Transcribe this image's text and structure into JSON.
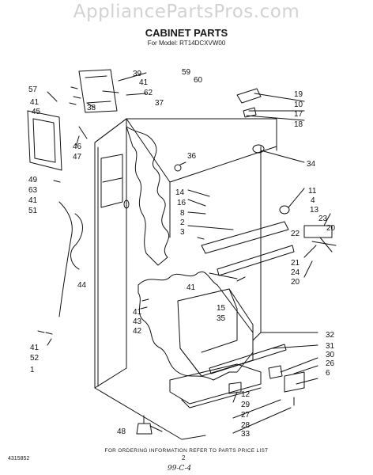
{
  "header": {
    "watermark": "AppliancePartsPros.com",
    "title": "CABINET PARTS",
    "subtitle": "For Model: RT14DCXVW00"
  },
  "footer": {
    "ordering_note": "FOR ORDERING INFORMATION REFER TO PARTS PRICE LIST",
    "doc_number": "4315852",
    "page_number": "2",
    "handwritten": "99-C-4"
  },
  "callouts": [
    "39",
    "59",
    "60",
    "41",
    "62",
    "37",
    "38",
    "57",
    "41",
    "45",
    "46",
    "47",
    "49",
    "63",
    "41",
    "51",
    "44",
    "36",
    "34",
    "19",
    "10",
    "17",
    "18",
    "14",
    "16",
    "8",
    "2",
    "3",
    "11",
    "4",
    "13",
    "23",
    "20",
    "22",
    "21",
    "24",
    "20",
    "41",
    "15",
    "35",
    "41",
    "43",
    "42",
    "41",
    "52",
    "1",
    "32",
    "31",
    "30",
    "26",
    "6",
    "12",
    "29",
    "27",
    "28",
    "33",
    "48"
  ]
}
